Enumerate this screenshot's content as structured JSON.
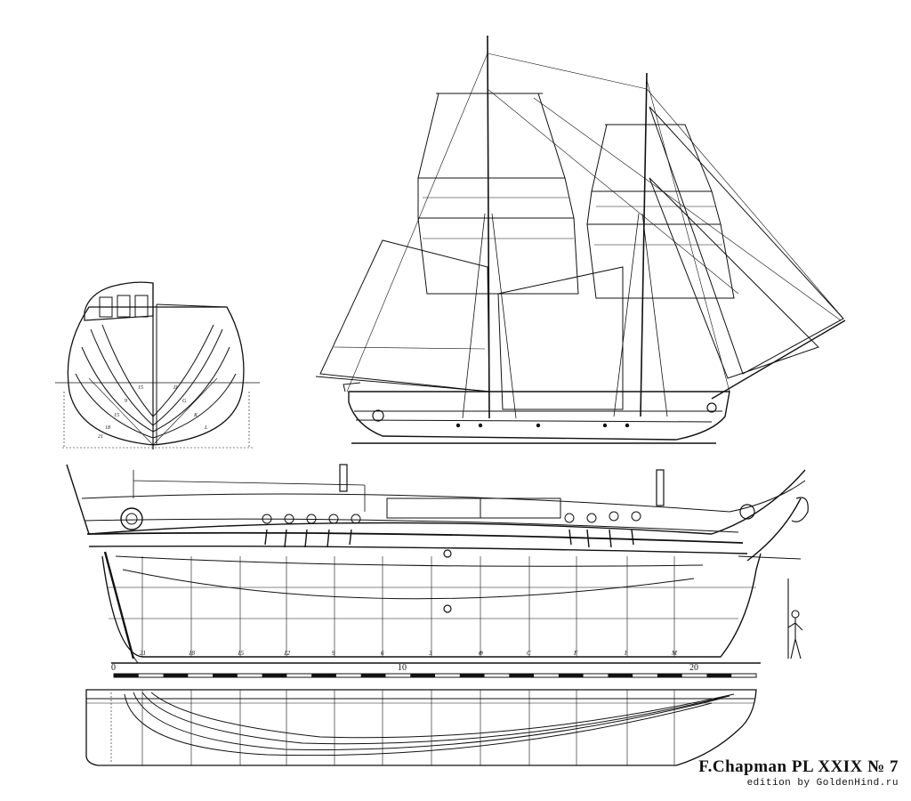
{
  "plate": {
    "title": "F.Chapman PL XXIX № 7",
    "edition": "edition by GoldenHind.ru"
  },
  "scale": {
    "labels": [
      "0",
      "10",
      "20"
    ]
  },
  "station_marks": [
    "21",
    "18",
    "15",
    "12",
    "9",
    "6",
    "3",
    "⊕",
    "C",
    "F",
    "I",
    "M"
  ],
  "body_plan_marks": [
    "15",
    "9",
    "15",
    "18",
    "21",
    "D",
    "G",
    "K",
    "L"
  ],
  "figure_labels": {
    "sail_plan": "sail-plan",
    "body_plan": "body-plan",
    "sheer_plan": "sheer-plan",
    "half_breadth_plan": "half-breadth-plan",
    "human_figure": "human-figure"
  }
}
